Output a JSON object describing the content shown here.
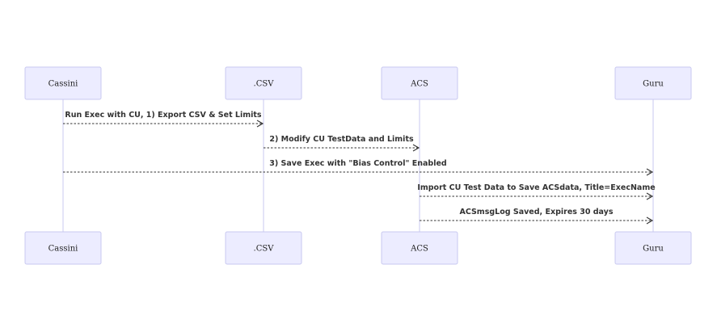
{
  "participants": [
    {
      "id": "cassini",
      "label": "Cassini"
    },
    {
      "id": "csv",
      "label": ".CSV"
    },
    {
      "id": "acs",
      "label": "ACS"
    },
    {
      "id": "guru",
      "label": "Guru"
    }
  ],
  "messages": [
    {
      "from": "cassini",
      "to": "csv",
      "label": "Run Exec with CU, 1) Export CSV & Set Limits"
    },
    {
      "from": "csv",
      "to": "acs",
      "label": "2) Modify CU TestData and Limits"
    },
    {
      "from": "cassini",
      "to": "guru",
      "label": "3) Save Exec with \"Bias Control\" Enabled"
    },
    {
      "from": "acs",
      "to": "guru",
      "label": "Import CU Test Data to Save ACSdata, Title=ExecName"
    },
    {
      "from": "acs",
      "to": "guru",
      "label": "ACSmsgLog Saved, Expires 30 days"
    }
  ],
  "colors": {
    "actor_fill": "#ececff",
    "actor_stroke": "#c9c9f0",
    "line": "#333333"
  }
}
